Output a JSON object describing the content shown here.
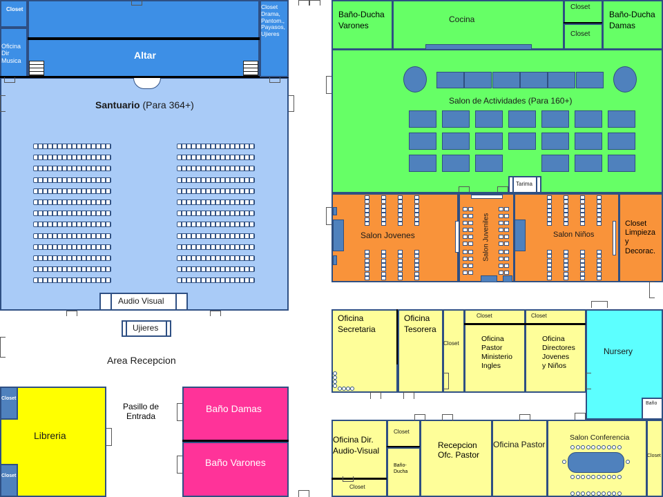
{
  "colors": {
    "blue": "#3d8fe6",
    "light_blue": "#a9cbf7",
    "green": "#66ff66",
    "orange": "#f9933a",
    "yellow_pale": "#fefe99",
    "yellow": "#ffff00",
    "pink": "#ff3399",
    "cyan": "#5cffff",
    "furniture": "#4f81bd",
    "outline": "#2e4f83"
  },
  "rooms": {
    "closet_tl": "Closet",
    "oficina_dir_musica": [
      "Oficina",
      "Dir",
      "Musica"
    ],
    "altar": "Altar",
    "closet_drama": [
      "Closet",
      "Drama,",
      "Pantom.,",
      "Payasos,",
      "Ujieres"
    ],
    "santuario_name": "Santuario",
    "santuario_capacity": " (Para 364+)",
    "audio_visual": "Audio Visual",
    "ujieres": "Ujieres",
    "area_recepcion": "Area Recepcion",
    "pasillo": [
      "Pasillo de",
      "Entrada"
    ],
    "libreria": "Libreria",
    "closet_lib_top": "Closet",
    "closet_lib_bot": "Closet",
    "bano_damas_left": "Baño Damas",
    "bano_varones_left": "Baño Varones",
    "bano_ducha_varones": [
      "Baño-Ducha",
      "Varones"
    ],
    "cocina": "Cocina",
    "closet_cocina_top": "Closet",
    "closet_cocina_bot": "Closet",
    "bano_ducha_damas": [
      "Baño-Ducha",
      "Damas"
    ],
    "salon_actividades": "Salon de Actividades  (Para 160+)",
    "tarima": "Tarima",
    "salon_jovenes": "Salon Jovenes",
    "salon_juveniles": "Salon Juveniles",
    "salon_ninos": "Salon Niños",
    "closet_limpieza": [
      "Closet",
      "Limpieza",
      "y",
      "Decorac."
    ],
    "oficina_secretaria": [
      "Oficina",
      "Secretaria"
    ],
    "oficina_tesorera": [
      "Oficina",
      "Tesorera"
    ],
    "closet_tesorera": "Closet",
    "closet_pastor_min": "Closet",
    "oficina_pastor_min": [
      "Oficina",
      "Pastor",
      "Ministerio",
      "Ingles"
    ],
    "closet_directores": "Closet",
    "oficina_directores": [
      "Oficina",
      "Directores",
      "Jovenes",
      "y Niños"
    ],
    "nursery": "Nursery",
    "bano_nursery": "Baño",
    "oficina_audio_visual": [
      "Oficina Dir.",
      "Audio-Visual"
    ],
    "closet_av_bottom": "Closet",
    "closet_bano_ducha": "Closet",
    "bano_ducha_small": [
      "Baño-",
      "Ducha"
    ],
    "recepcion_pastor": [
      "Recepcion",
      "Ofc. Pastor"
    ],
    "oficina_pastor": "Oficina Pastor",
    "salon_conferencia": "Salon Conferencia",
    "closet_conferencia": "Closet"
  },
  "chart_data": {
    "type": "table",
    "spaces": [
      {
        "name": "Santuario",
        "capacity": "364+"
      },
      {
        "name": "Salon de Actividades",
        "capacity": "160+"
      }
    ]
  }
}
